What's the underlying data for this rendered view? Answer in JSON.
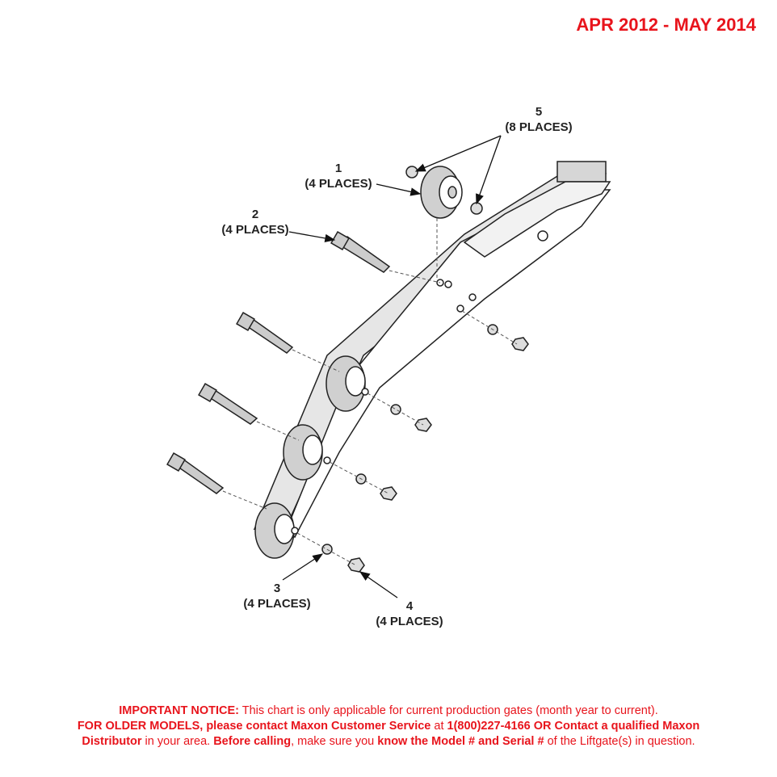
{
  "header": {
    "date_range": "APR 2012 - MAY 2014"
  },
  "callouts": [
    {
      "number": "1",
      "qty": "(4 PLACES)"
    },
    {
      "number": "2",
      "qty": "(4 PLACES)"
    },
    {
      "number": "3",
      "qty": "(4 PLACES)"
    },
    {
      "number": "4",
      "qty": "(4 PLACES)"
    },
    {
      "number": "5",
      "qty": "(8 PLACES)"
    }
  ],
  "notice": {
    "line1": [
      {
        "text": "IMPORTANT NOTICE:",
        "bold": true
      },
      {
        "text": " This chart is only applicable for current production gates (month year to current).",
        "bold": false
      }
    ],
    "line2": [
      {
        "text": "FOR OLDER MODELS, please contact Maxon Customer Service",
        "bold": true
      },
      {
        "text": " at ",
        "bold": false
      },
      {
        "text": "1(800)227-4166 OR Contact a qualified Maxon",
        "bold": true
      }
    ],
    "line3": [
      {
        "text": "Distributor",
        "bold": true
      },
      {
        "text": " in your area. ",
        "bold": false
      },
      {
        "text": "Before calling",
        "bold": true
      },
      {
        "text": ", make sure you ",
        "bold": false
      },
      {
        "text": "know the Model # and Serial #",
        "bold": true
      },
      {
        "text": " of the Liftgate(s) in question.",
        "bold": false
      }
    ]
  },
  "colors": {
    "accent": "#e8141c",
    "line": "#222222",
    "fill": "#d6d6d6"
  }
}
